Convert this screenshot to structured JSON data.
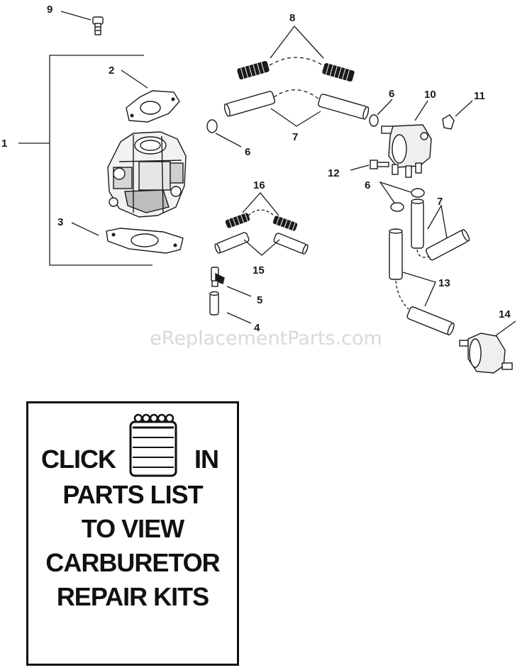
{
  "diagram": {
    "callouts": {
      "c1": "1",
      "c2": "2",
      "c3": "3",
      "c4": "4",
      "c5": "5",
      "c6a": "6",
      "c6b": "6",
      "c6c": "6",
      "c7a": "7",
      "c7b": "7",
      "c8": "8",
      "c9": "9",
      "c10": "10",
      "c11": "11",
      "c12": "12",
      "c13": "13",
      "c14": "14",
      "c15": "15",
      "c16": "16"
    },
    "watermark": "eReplacementParts.com"
  },
  "kit_box": {
    "word_click": "CLICK",
    "word_in": "IN",
    "line_2": "PARTS LIST",
    "line_3": "TO VIEW",
    "line_4": "CARBURETOR",
    "line_5": "REPAIR KITS",
    "icon": "notepad-icon"
  }
}
